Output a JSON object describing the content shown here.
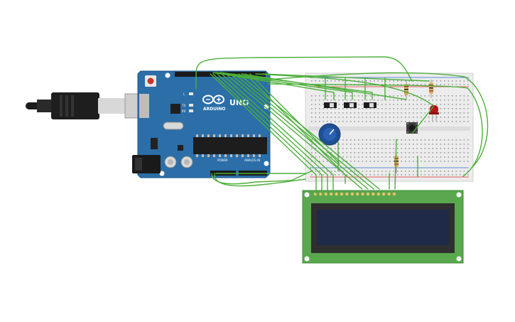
{
  "colors": {
    "background": "#ffffff",
    "arduino_board": "#2b6ea8",
    "wire": "#4caf3a",
    "lcd_pcb": "#5aa84e",
    "lcd_screen": "#1e2a48",
    "breadboard": "#ececec",
    "potentiometer": "#1f4f96",
    "led": "#b01818",
    "resistor": "#d9b06a"
  },
  "arduino": {
    "brand": "ARDUINO",
    "model": "UNO",
    "header_power": "POWER",
    "header_analog": "ANALOG IN",
    "led_l": "L",
    "led_tx": "TX",
    "led_rx": "RX"
  },
  "icons": [
    "usb-cable-icon",
    "potentiometer-icon",
    "led-icon",
    "pushbutton-icon",
    "resistor-icon"
  ]
}
